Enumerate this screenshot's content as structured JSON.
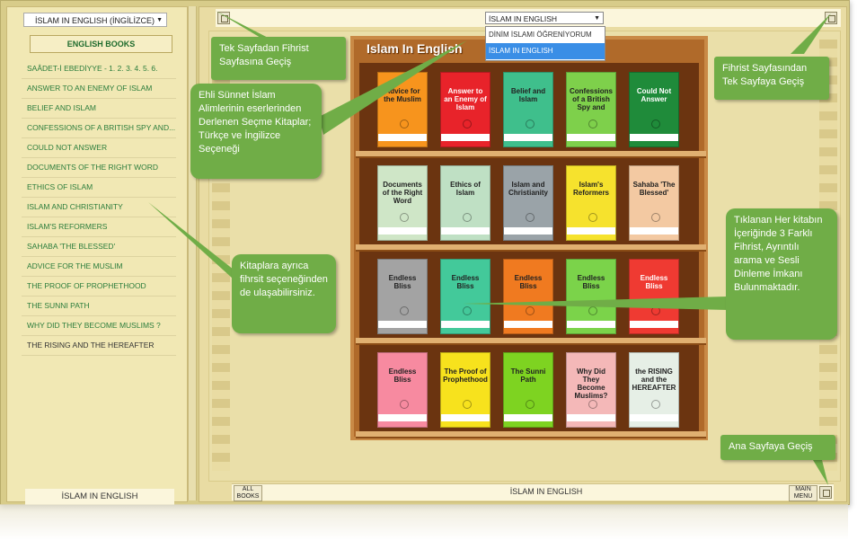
{
  "left_panel": {
    "language_select": "İSLAM IN ENGLISH (İNGİLİZCE)",
    "books_header": "ENGLISH BOOKS",
    "books": [
      "SAÂDET-İ EBEDİYYE - 1. 2. 3. 4. 5. 6.",
      "ANSWER TO AN ENEMY OF ISLAM",
      "BELIEF AND ISLAM",
      "CONFESSIONS OF A BRITISH SPY AND...",
      "COULD NOT ANSWER",
      "DOCUMENTS OF THE RIGHT WORD",
      "ETHICS OF ISLAM",
      "ISLAM AND CHRISTIANITY",
      "ISLAM'S REFORMERS",
      "SAHABA 'THE BLESSED'",
      "ADVICE FOR THE MUSLIM",
      "THE PROOF OF PROPHETHOOD",
      "THE SUNNI PATH",
      "WHY DID THEY BECOME MUSLIMS ?",
      "THE RISING AND THE HEREAFTER"
    ],
    "footer": "İSLAM IN ENGLISH"
  },
  "top_bar": {
    "select_value": "İSLAM IN ENGLISH",
    "dropdown_options": [
      "DİNİM İSLAMI ÖĞRENİYORUM",
      "İSLAM IN ENGLISH"
    ]
  },
  "bottom_bar": {
    "all_books_line1": "ALL",
    "all_books_line2": "BOOKS",
    "title": "İSLAM IN ENGLISH",
    "main_menu_line1": "MAIN",
    "main_menu_line2": "MENU"
  },
  "shelf": {
    "title": "Islam In English",
    "books": [
      {
        "title": "Advice for the Muslim",
        "color": "#f7941d"
      },
      {
        "title": "Answer to an Enemy of Islam",
        "color": "#e8232a"
      },
      {
        "title": "Belief and Islam",
        "color": "#3fbf8c"
      },
      {
        "title": "Confessions of a British Spy and",
        "color": "#7ed04b"
      },
      {
        "title": "Could Not Answer",
        "color": "#1f8b3a"
      },
      {
        "title": "Documents of the Right Word",
        "color": "#cfe6c7"
      },
      {
        "title": "Ethics of Islam",
        "color": "#bfe0c4"
      },
      {
        "title": "Islam and Christianity",
        "color": "#9aa3a8"
      },
      {
        "title": "Islam's Reformers",
        "color": "#f6e22d"
      },
      {
        "title": "Sahaba 'The Blessed'",
        "color": "#f3c9a2"
      },
      {
        "title": "Endless Bliss",
        "color": "#a3a3a3"
      },
      {
        "title": "Endless Bliss",
        "color": "#43c99a"
      },
      {
        "title": "Endless Bliss",
        "color": "#f07a20"
      },
      {
        "title": "Endless Bliss",
        "color": "#7bd34a"
      },
      {
        "title": "Endless Bliss",
        "color": "#ef3a32"
      },
      {
        "title": "Endless Bliss",
        "color": "#f78aa0"
      },
      {
        "title": "The Proof of Prophethood",
        "color": "#f7e21d"
      },
      {
        "title": "The Sunni Path",
        "color": "#7ed321"
      },
      {
        "title": "Why Did They Become Muslims?",
        "color": "#f4b8b8"
      },
      {
        "title": "the RISING and the HEREAFTER",
        "color": "#e6efe6"
      }
    ]
  },
  "callouts": {
    "c1": "Tek Sayfadan Fihrist Sayfasına Geçiş",
    "c2": "Ehli Sünnet İslam Alimlerinin eserlerinden Derlenen Seçme Kitaplar; Türkçe ve İngilizce Seçeneği",
    "c3": "Kitaplara ayrıca fihrsit seçeneğinden de ulaşabilirsiniz.",
    "c4": "Fihrist Sayfasından Tek Sayfaya Geçiş",
    "c5": "Tıklanan Her kitabın İçeriğinde 3 Farklı Fihrist, Ayrıntılı arama ve Sesli Dinleme İmkanı Bulunmaktadır.",
    "c6": "Ana Sayfaya Geçiş"
  },
  "colors": {
    "callout": "#70ad47",
    "list_text": "#2b7d3c",
    "shelf_wood": "#b06a2a"
  }
}
